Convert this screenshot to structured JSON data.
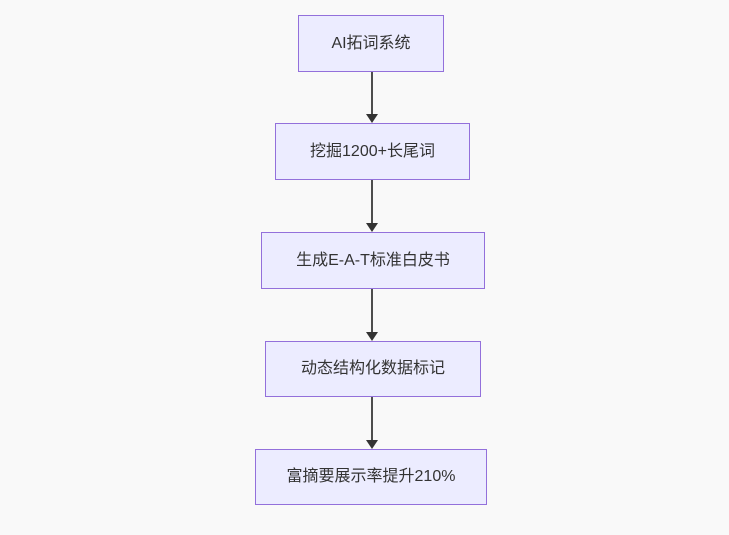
{
  "diagram": {
    "type": "flowchart",
    "direction": "top-down",
    "nodes": [
      {
        "id": "n1",
        "label": "AI拓词系统"
      },
      {
        "id": "n2",
        "label": "挖掘1200+长尾词"
      },
      {
        "id": "n3",
        "label": "生成E-A-T标准白皮书"
      },
      {
        "id": "n4",
        "label": "动态结构化数据标记"
      },
      {
        "id": "n5",
        "label": "富摘要展示率提升210%"
      }
    ],
    "edges": [
      {
        "from": "n1",
        "to": "n2"
      },
      {
        "from": "n2",
        "to": "n3"
      },
      {
        "from": "n3",
        "to": "n4"
      },
      {
        "from": "n4",
        "to": "n5"
      }
    ],
    "colors": {
      "node_fill": "#ECECFF",
      "node_border": "#9370DB",
      "node_text": "#333333",
      "arrow_line": "#4d4d4d",
      "arrow_head": "#333333",
      "background": "#f9f9f9"
    }
  }
}
